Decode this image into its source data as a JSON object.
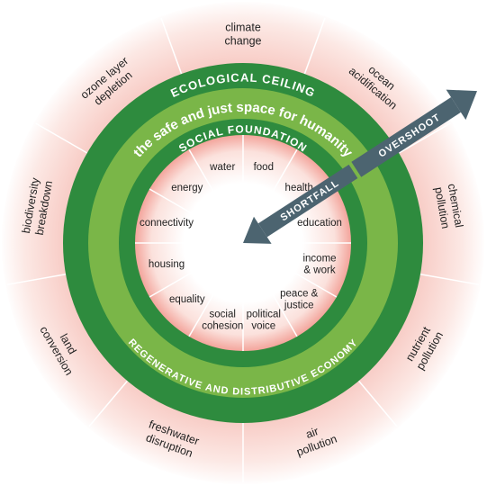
{
  "ring": {
    "ecological_ceiling": "ECOLOGICAL CEILING",
    "safe_space": "the safe and just space for humanity",
    "social_foundation": "SOCIAL FOUNDATION",
    "economy": "REGENERATIVE AND DISTRIBUTIVE ECONOMY"
  },
  "arrows": {
    "overshoot": "OVERSHOOT",
    "shortfall": "SHORTFALL"
  },
  "outer_dimensions": [
    {
      "id": "climate-change",
      "lines": [
        "climate",
        "change"
      ]
    },
    {
      "id": "ocean-acidification",
      "lines": [
        "ocean",
        "acidification"
      ]
    },
    {
      "id": "chemical-pollution",
      "lines": [
        "chemical",
        "pollution"
      ]
    },
    {
      "id": "nutrient-pollution",
      "lines": [
        "nutrient",
        "pollution"
      ]
    },
    {
      "id": "air-pollution",
      "lines": [
        "air",
        "pollution"
      ]
    },
    {
      "id": "freshwater-disruption",
      "lines": [
        "freshwater",
        "disruption"
      ]
    },
    {
      "id": "land-conversion",
      "lines": [
        "land",
        "conversion"
      ]
    },
    {
      "id": "biodiversity-breakdown",
      "lines": [
        "biodiversity",
        "breakdown"
      ]
    },
    {
      "id": "ozone-layer-depletion",
      "lines": [
        "ozone layer",
        "depletion"
      ]
    }
  ],
  "inner_dimensions": [
    {
      "id": "water",
      "lines": [
        "water"
      ]
    },
    {
      "id": "food",
      "lines": [
        "food"
      ]
    },
    {
      "id": "health",
      "lines": [
        "health"
      ]
    },
    {
      "id": "education",
      "lines": [
        "education"
      ]
    },
    {
      "id": "income-work",
      "lines": [
        "income",
        "& work"
      ]
    },
    {
      "id": "peace-justice",
      "lines": [
        "peace &",
        "justice"
      ]
    },
    {
      "id": "political-voice",
      "lines": [
        "political",
        "voice"
      ]
    },
    {
      "id": "social-cohesion",
      "lines": [
        "social",
        "cohesion"
      ]
    },
    {
      "id": "equality",
      "lines": [
        "equality"
      ]
    },
    {
      "id": "housing",
      "lines": [
        "housing"
      ]
    },
    {
      "id": "connectivity",
      "lines": [
        "connectivity"
      ]
    },
    {
      "id": "energy",
      "lines": [
        "energy"
      ]
    }
  ],
  "colors": {
    "outer_band": "#2e8b3e",
    "middle_band": "#7ab648",
    "inner_band": "#2e8b3e",
    "overshoot_glow": "#f4a6a0",
    "shortfall_glow": "#f6b4ac",
    "arrow": "#4c6470",
    "divider": "#ffffff"
  }
}
